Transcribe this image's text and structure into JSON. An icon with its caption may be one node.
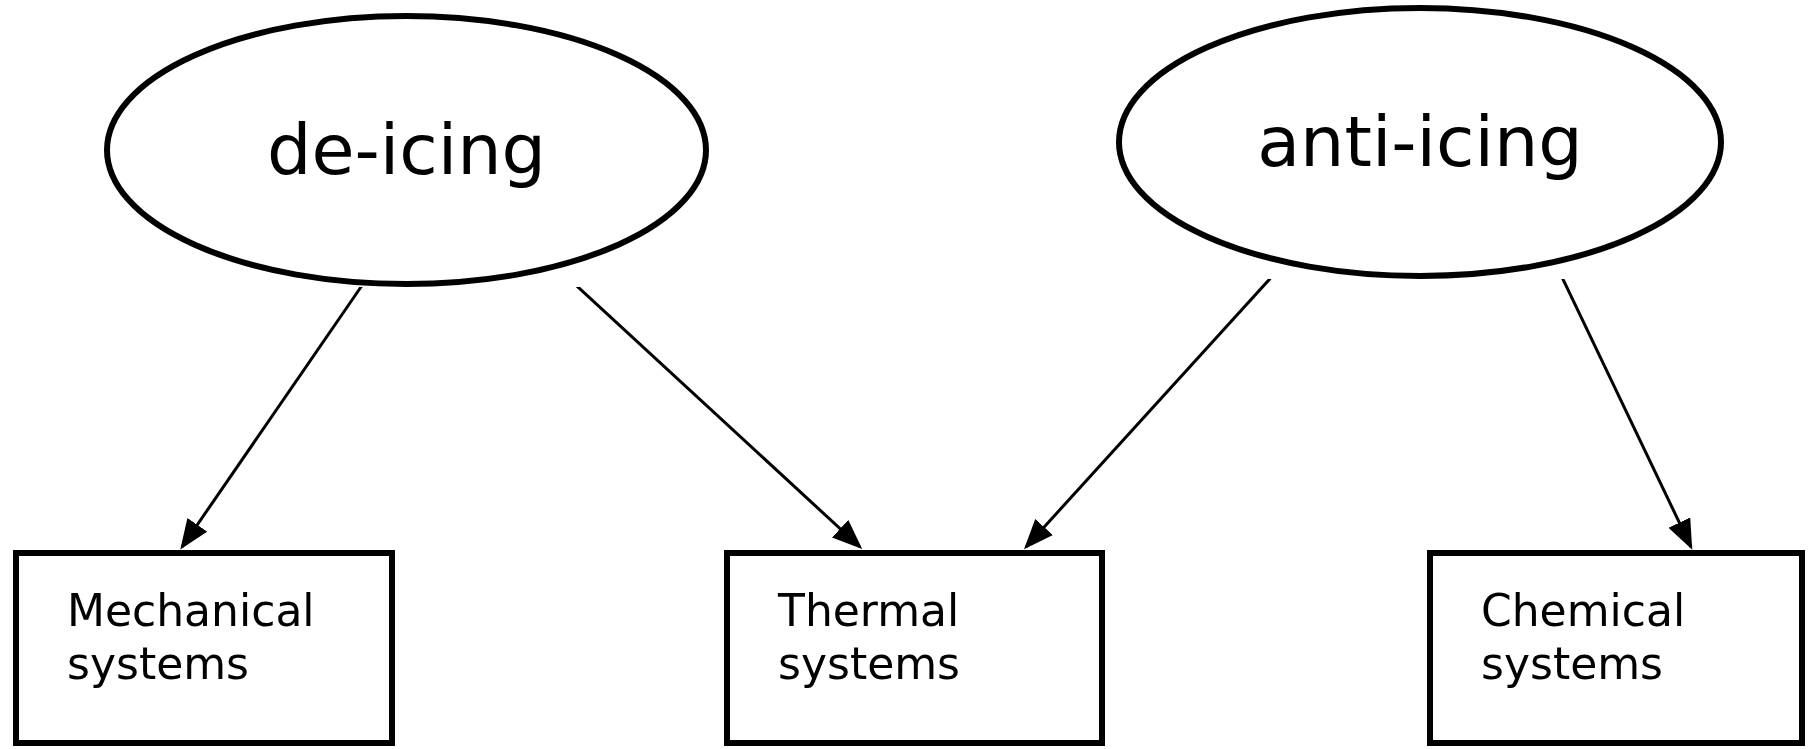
{
  "diagram": {
    "nodes": [
      {
        "text": [
          "de-icing"
        ]
      },
      {
        "text": [
          "anti-icing"
        ]
      },
      {
        "text": [
          "Mechanical systems"
        ]
      },
      {
        "text": [
          "Thermal systems"
        ]
      },
      {
        "text": [
          "Chemical systems"
        ]
      }
    ],
    "edges": [
      {
        "from": 0,
        "to": 2,
        "arrow": "to"
      },
      {
        "from": 0,
        "to": 3,
        "arrow": "to"
      },
      {
        "from": 1,
        "to": 3,
        "arrow": "to"
      },
      {
        "from": 1,
        "to": 4,
        "arrow": "to"
      }
    ]
  }
}
